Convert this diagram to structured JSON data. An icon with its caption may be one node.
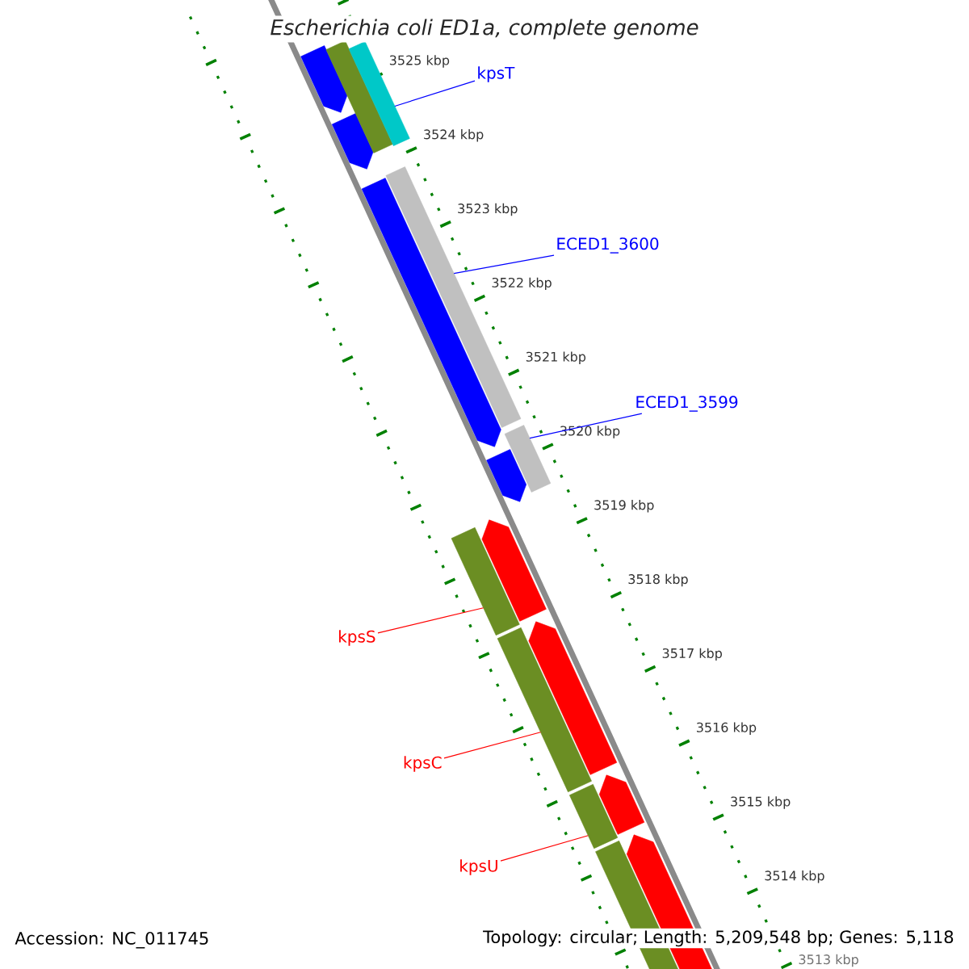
{
  "diagram": {
    "title": "Escherichia coli ED1a, complete genome",
    "nodes": [
      {
        "text": [
          "kpsT"
        ]
      },
      {
        "text": [
          "ECED1_3600"
        ]
      },
      {
        "text": [
          "ECED1_3599"
        ]
      },
      {
        "text": [
          "kpsS"
        ]
      },
      {
        "text": [
          "kpsC"
        ]
      },
      {
        "text": [
          "kpsU"
        ]
      },
      {
        "text": [],
        "shape": "arrow"
      },
      {
        "text": [],
        "shape": "arrow"
      },
      {
        "text": [],
        "shape": "bar"
      },
      {
        "text": [],
        "shape": "bar"
      },
      {
        "text": [],
        "shape": "arrow"
      },
      {
        "text": [],
        "shape": "bar"
      },
      {
        "text": [],
        "shape": "arrow"
      },
      {
        "text": [],
        "shape": "bar"
      },
      {
        "text": [],
        "shape": "bar"
      },
      {
        "text": [],
        "shape": "bar"
      },
      {
        "text": [],
        "shape": "bar"
      },
      {
        "text": [],
        "shape": "bar"
      },
      {
        "text": [],
        "shape": "arrow"
      },
      {
        "text": [],
        "shape": "arrow"
      },
      {
        "text": [],
        "shape": "arrow"
      },
      {
        "text": [],
        "shape": "arrow"
      }
    ],
    "edges": [
      {
        "from": 0,
        "to": 9,
        "arrow": "none",
        "color": "#0000ff"
      },
      {
        "from": 1,
        "to": 11,
        "arrow": "none",
        "color": "#0000ff"
      },
      {
        "from": 2,
        "to": 13,
        "arrow": "none",
        "color": "#0000ff"
      },
      {
        "from": 3,
        "to": 14,
        "arrow": "none",
        "color": "#ff0000"
      },
      {
        "from": 4,
        "to": 15,
        "arrow": "none",
        "color": "#ff0000"
      },
      {
        "from": 5,
        "to": 16,
        "arrow": "none",
        "color": "#ff0000"
      }
    ],
    "labels": [
      "3525 kbp",
      "3524 kbp",
      "3523 kbp",
      "3522 kbp",
      "3521 kbp",
      "3520 kbp",
      "3519 kbp",
      "3518 kbp",
      "3517 kbp",
      "3516 kbp",
      "3515 kbp",
      "3514 kbp",
      "3513 kbp",
      "Accession: NC_011745",
      "Topology: circular; Length: 5,209,548 bp; Genes: 5,118"
    ]
  }
}
